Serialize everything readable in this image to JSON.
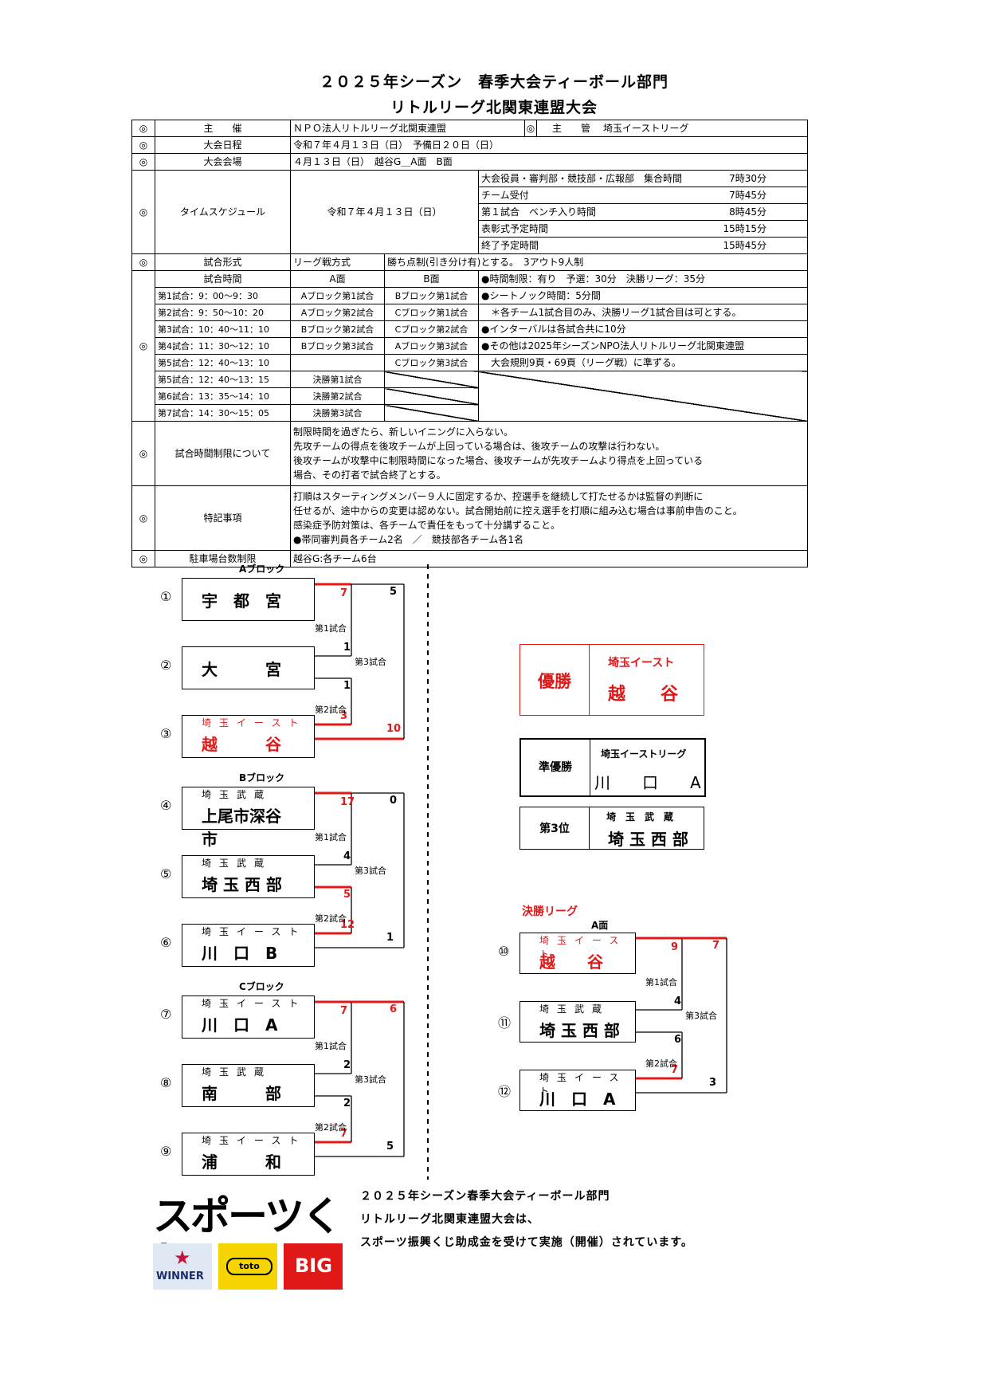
{
  "doc": {
    "title1": "２０２５年シーズン　春季大会ティーボール部門",
    "title2": "リトルリーグ北関東連盟大会"
  },
  "info": {
    "mark": "◎",
    "host_label": "主　　催",
    "host_value": "ＮＰＯ法人リトルリーグ北関東連盟",
    "organizer_label": "主　　管",
    "organizer_value": "埼玉イーストリーグ",
    "date_label": "大会日程",
    "date_value": "令和７年４月１３日（日）　予備日２０日（日）",
    "venue_label": "大会会場",
    "venue_value": "４月１３日（日）　越谷G＿A面　B面",
    "schedule_label": "タイムスケジュール",
    "schedule_date": "令和７年４月１３日（日）",
    "schedule_items": [
      {
        "label": "大会役員・審判部・競技部・広報部　集合時間",
        "time": "7時30分"
      },
      {
        "label": "チーム受付",
        "time": "7時45分"
      },
      {
        "label": "第１試合　ベンチ入り時間",
        "time": "8時45分"
      },
      {
        "label": "表彰式予定時間",
        "time": "15時15分"
      },
      {
        "label": "終了予定時間",
        "time": "15時45分"
      }
    ],
    "format_label": "試合形式",
    "format_value1": "リーグ戦方式",
    "format_value2": "勝ち点制(引き分け有)とする。　3アウト9人制",
    "time_label": "試合時間",
    "court_a": "A面",
    "court_b": "B面",
    "games": [
      {
        "time": "第1試合：9：00〜9：30",
        "a": "Aブロック第1試合",
        "b": "Bブロック第1試合"
      },
      {
        "time": "第2試合：9：50〜10：20",
        "a": "Aブロック第2試合",
        "b": "Cブロック第1試合"
      },
      {
        "time": "第3試合：10：40〜11：10",
        "a": "Bブロック第2試合",
        "b": "Cブロック第2試合"
      },
      {
        "time": "第4試合：11：30〜12：10",
        "a": "Bブロック第3試合",
        "b": "Aブロック第3試合"
      },
      {
        "time": "第5試合：12：40〜13：10",
        "a": "",
        "b": "Cブロック第3試合"
      },
      {
        "time": "第5試合：12：40〜13：15",
        "a": "決勝第1試合",
        "b": ""
      },
      {
        "time": "第6試合：13：35〜14：10",
        "a": "決勝第2試合",
        "b": ""
      },
      {
        "time": "第7試合：14：30〜15：05",
        "a": "決勝第3試合",
        "b": ""
      }
    ],
    "notes": [
      "●時間制限：有り　予選：30分　決勝リーグ：35分",
      "●シートノック時間：5分間",
      "　＊各チーム1試合目のみ、決勝リーグ1試合目は可とする。",
      "●インターバルは各試合共に10分",
      "●その他は2025年シーズンNPO法人リトルリーグ北関東連盟",
      "　大会規則9頁・69頁（リーグ戦）に準ずる。"
    ],
    "limit_label": "試合時間制限について",
    "limit_lines": [
      "制限時間を過ぎたら、新しいイニングに入らない。",
      "先攻チームの得点を後攻チームが上回っている場合は、後攻チームの攻撃は行わない。",
      "後攻チームが攻撃中に制限時間になった場合、後攻チームが先攻チームより得点を上回っている",
      "場合、その打者で試合終了とする。"
    ],
    "special_label": "特記事項",
    "special_lines": [
      "打順はスターティングメンバー９人に固定するか、控選手を継続して打たせるかは監督の判断に",
      "任せるが、途中からの変更は認めない。試合開始前に控え選手を打順に組み込む場合は事前申告のこと。",
      "感染症予防対策は、各チームで責任をもって十分講ずること。",
      "●帯同審判員各チーム2名　／　競技部各チーム各1名"
    ],
    "parking_label": "駐車場台数制限",
    "parking_value": "越谷G:各チーム6台"
  },
  "brackets": [
    {
      "name": "Aブロック",
      "teams": [
        {
          "no": "①",
          "sub": "",
          "name": "宇　都　宮",
          "red": false
        },
        {
          "no": "②",
          "sub": "",
          "name": "大　　　宮",
          "red": false
        },
        {
          "no": "③",
          "sub": "埼玉イースト",
          "name": "越　　　谷",
          "red": true
        }
      ],
      "scores": {
        "s1a": "7",
        "s1b": "1",
        "s2a": "1",
        "s2b": "3",
        "s3a": "5",
        "s3b": "10"
      },
      "g1": "第1試合",
      "g2": "第2試合",
      "g3": "第3試合"
    },
    {
      "name": "Bブロック",
      "teams": [
        {
          "no": "④",
          "sub": "埼玉武蔵",
          "name": "上尾市深谷市",
          "red": false
        },
        {
          "no": "⑤",
          "sub": "埼玉武蔵",
          "name": "埼 玉 西 部",
          "red": false
        },
        {
          "no": "⑥",
          "sub": "埼玉イースト",
          "name": "川　口　B",
          "red": false
        }
      ],
      "scores": {
        "s1a": "17",
        "s1b": "4",
        "s2a": "5",
        "s2b": "12",
        "s3a": "0",
        "s3b": "1"
      },
      "g1": "第1試合",
      "g2": "第2試合",
      "g3": "第3試合"
    },
    {
      "name": "Cブロック",
      "teams": [
        {
          "no": "⑦",
          "sub": "埼玉イースト",
          "name": "川　口　A",
          "red": false
        },
        {
          "no": "⑧",
          "sub": "埼玉武蔵",
          "name": "南　　　部",
          "red": false
        },
        {
          "no": "⑨",
          "sub": "埼玉イースト",
          "name": "浦　　　和",
          "red": false
        }
      ],
      "scores": {
        "s1a": "7",
        "s1b": "2",
        "s2a": "2",
        "s2b": "7",
        "s3a": "6",
        "s3b": "5"
      },
      "g1": "第1試合",
      "g2": "第2試合",
      "g3": "第3試合"
    }
  ],
  "results": {
    "champion_label": "優勝",
    "champion_sub": "埼玉イースト",
    "champion_name": "越　　谷",
    "runnerup_label": "準優勝",
    "runnerup_sub": "埼玉イーストリーグ",
    "runnerup_name": "川　　口　　A",
    "third_label": "第3位",
    "third_sub": "埼　玉　武　蔵",
    "third_name": "埼 玉 西 部"
  },
  "final": {
    "title": "決勝リーグ",
    "court": "A面",
    "teams": [
      {
        "no": "⑩",
        "sub": "埼玉イースト",
        "name": "越　　谷",
        "red": true
      },
      {
        "no": "⑪",
        "sub": "埼玉武蔵",
        "name": "埼 玉 西 部",
        "red": false
      },
      {
        "no": "⑫",
        "sub": "埼玉イースト",
        "name": "川　口　A",
        "red": false
      }
    ],
    "scores": {
      "s1a": "9",
      "s1b": "4",
      "s2a": "6",
      "s2b": "7",
      "s3a": "7",
      "s3b": "3"
    },
    "g1": "第1試合",
    "g2": "第2試合",
    "g3": "第3試合"
  },
  "footer": {
    "line1": "２０２５年シーズン春季大会ティーボール部門",
    "line2": "リトルリーグ北関東連盟大会は、",
    "line3": "スポーツ振興くじ助成金を受けて実施（開催）されています。",
    "logo_text": "スポーツくじ",
    "logo_winner": "WINNER",
    "logo_toto": "toto",
    "logo_big": "BIG"
  },
  "colors": {
    "accent_red": "#e01818"
  }
}
